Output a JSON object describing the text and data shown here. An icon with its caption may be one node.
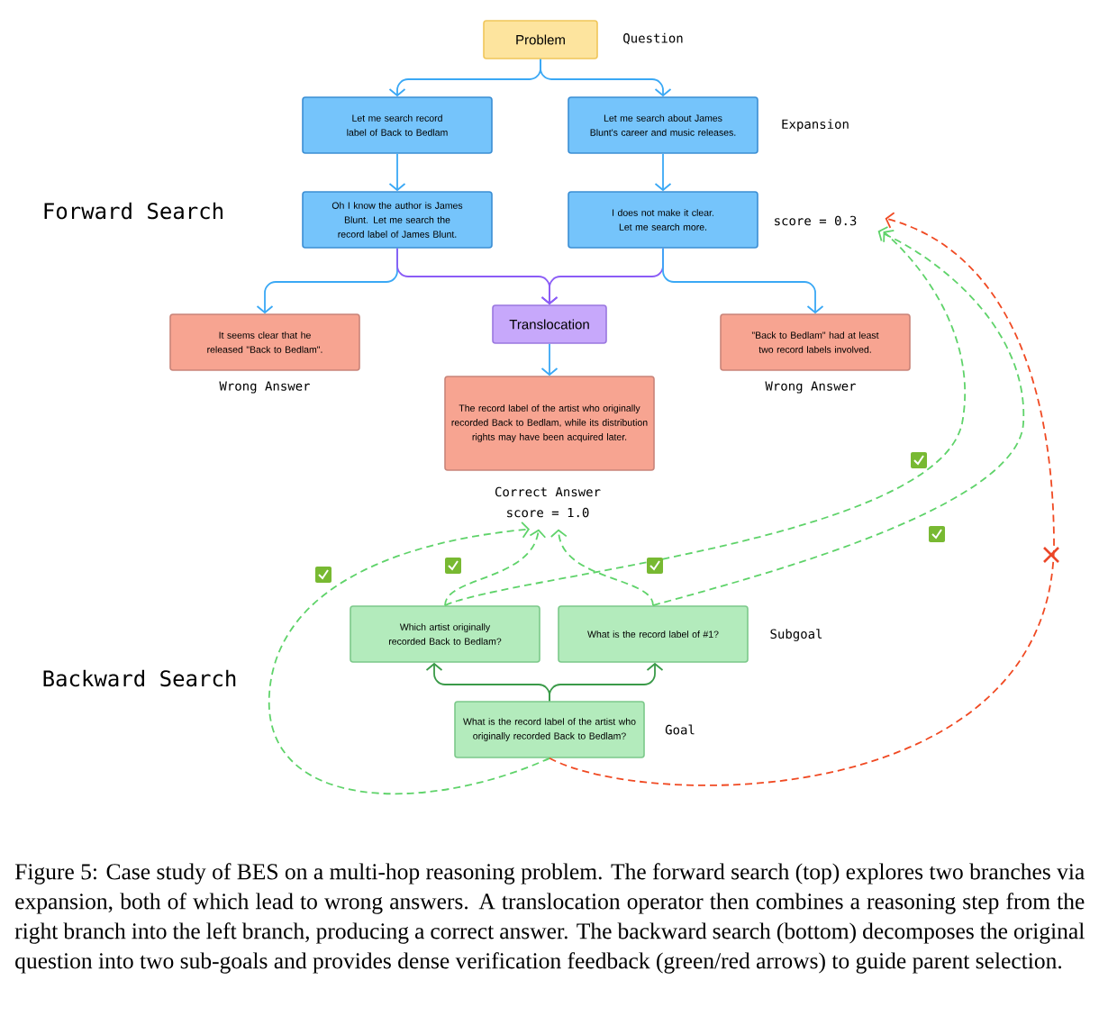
{
  "diagram": {
    "caption": "Figure 5: Case study of BES on a multi-hop reasoning problem. The forward search (top) explores two branches via expansion, both of which lead to wrong answers. A translocation operator then combines a reasoning step from the right branch into the left branch, producing a correct answer. The backward search (bottom) decomposes the original question into two sub-goals and provides dense verification feedback (green/red arrows) to guide parent selection.",
    "nodes": [
      {
        "text": [
          "Problem"
        ],
        "beside": [
          "Question"
        ]
      },
      {
        "text": [
          "Let me search record label of Back to Bedlam"
        ]
      },
      {
        "text": [
          "Let me search about James Blunt's career and music releases."
        ],
        "beside": [
          "Expansion"
        ]
      },
      {
        "text": [
          "Oh I know the author is James Blunt. Let me search the record label of James Blunt."
        ]
      },
      {
        "text": [
          "I does not make it clear. Let me search more."
        ],
        "beside": [
          "score = 0.3"
        ]
      },
      {
        "text": [
          "It seems clear that he released \"Back to Bedlam\"."
        ],
        "beside": [
          "Wrong Answer"
        ]
      },
      {
        "text": [
          "Translocation"
        ]
      },
      {
        "text": [
          "\"Back to Bedlam\" had at least two record labels involved."
        ],
        "beside": [
          "Wrong Answer"
        ]
      },
      {
        "text": [
          "The record label of the artist who originally recorded Back to Bedlam, while its distribution rights may have been acquired later."
        ],
        "beside": [
          "Correct Answer",
          "score = 1.0"
        ]
      },
      {
        "text": [
          "Which artist originally recorded Back to Bedlam?"
        ]
      },
      {
        "text": [
          "What is the record label of #1?"
        ],
        "beside": [
          "Subgoal"
        ]
      },
      {
        "text": [
          "What is the record label of the artist who originally recorded Back to Bedlam?"
        ],
        "beside": [
          "Goal"
        ]
      }
    ],
    "edges": [
      {
        "from": 0,
        "to": 1,
        "arrow": "to"
      },
      {
        "from": 0,
        "to": 2,
        "arrow": "to"
      },
      {
        "from": 1,
        "to": 3,
        "arrow": "to"
      },
      {
        "from": 2,
        "to": 4,
        "arrow": "to"
      },
      {
        "from": 3,
        "to": 5,
        "arrow": "to"
      },
      {
        "from": 3,
        "to": 6,
        "arrow": "to",
        "color": "#8b5cf6"
      },
      {
        "from": 4,
        "to": 6,
        "arrow": "to",
        "color": "#8b5cf6"
      },
      {
        "from": 4,
        "to": 7,
        "arrow": "to"
      },
      {
        "from": 6,
        "to": 8,
        "arrow": "to"
      },
      {
        "from": 11,
        "to": 9,
        "arrow": "to",
        "color": "#3a9a48"
      },
      {
        "from": 11,
        "to": 10,
        "arrow": "to",
        "color": "#3a9a48"
      },
      {
        "from": 9,
        "to": 8,
        "arrow": "to",
        "style": "dashed",
        "color": "#5fd36a"
      },
      {
        "from": 10,
        "to": 8,
        "arrow": "to",
        "style": "dashed",
        "color": "#5fd36a"
      },
      {
        "from": 11,
        "to": 8,
        "arrow": "to",
        "style": "dashed",
        "color": "#5fd36a"
      },
      {
        "from": 9,
        "to": 4,
        "arrow": "to",
        "style": "dashed",
        "color": "#5fd36a"
      },
      {
        "from": 10,
        "to": 4,
        "arrow": "to",
        "style": "dashed",
        "color": "#5fd36a"
      },
      {
        "from": 11,
        "to": 4,
        "arrow": "to",
        "style": "dashed",
        "color": "#f04a23"
      }
    ],
    "labels": [
      "Forward Search",
      "Backward Search"
    ]
  }
}
